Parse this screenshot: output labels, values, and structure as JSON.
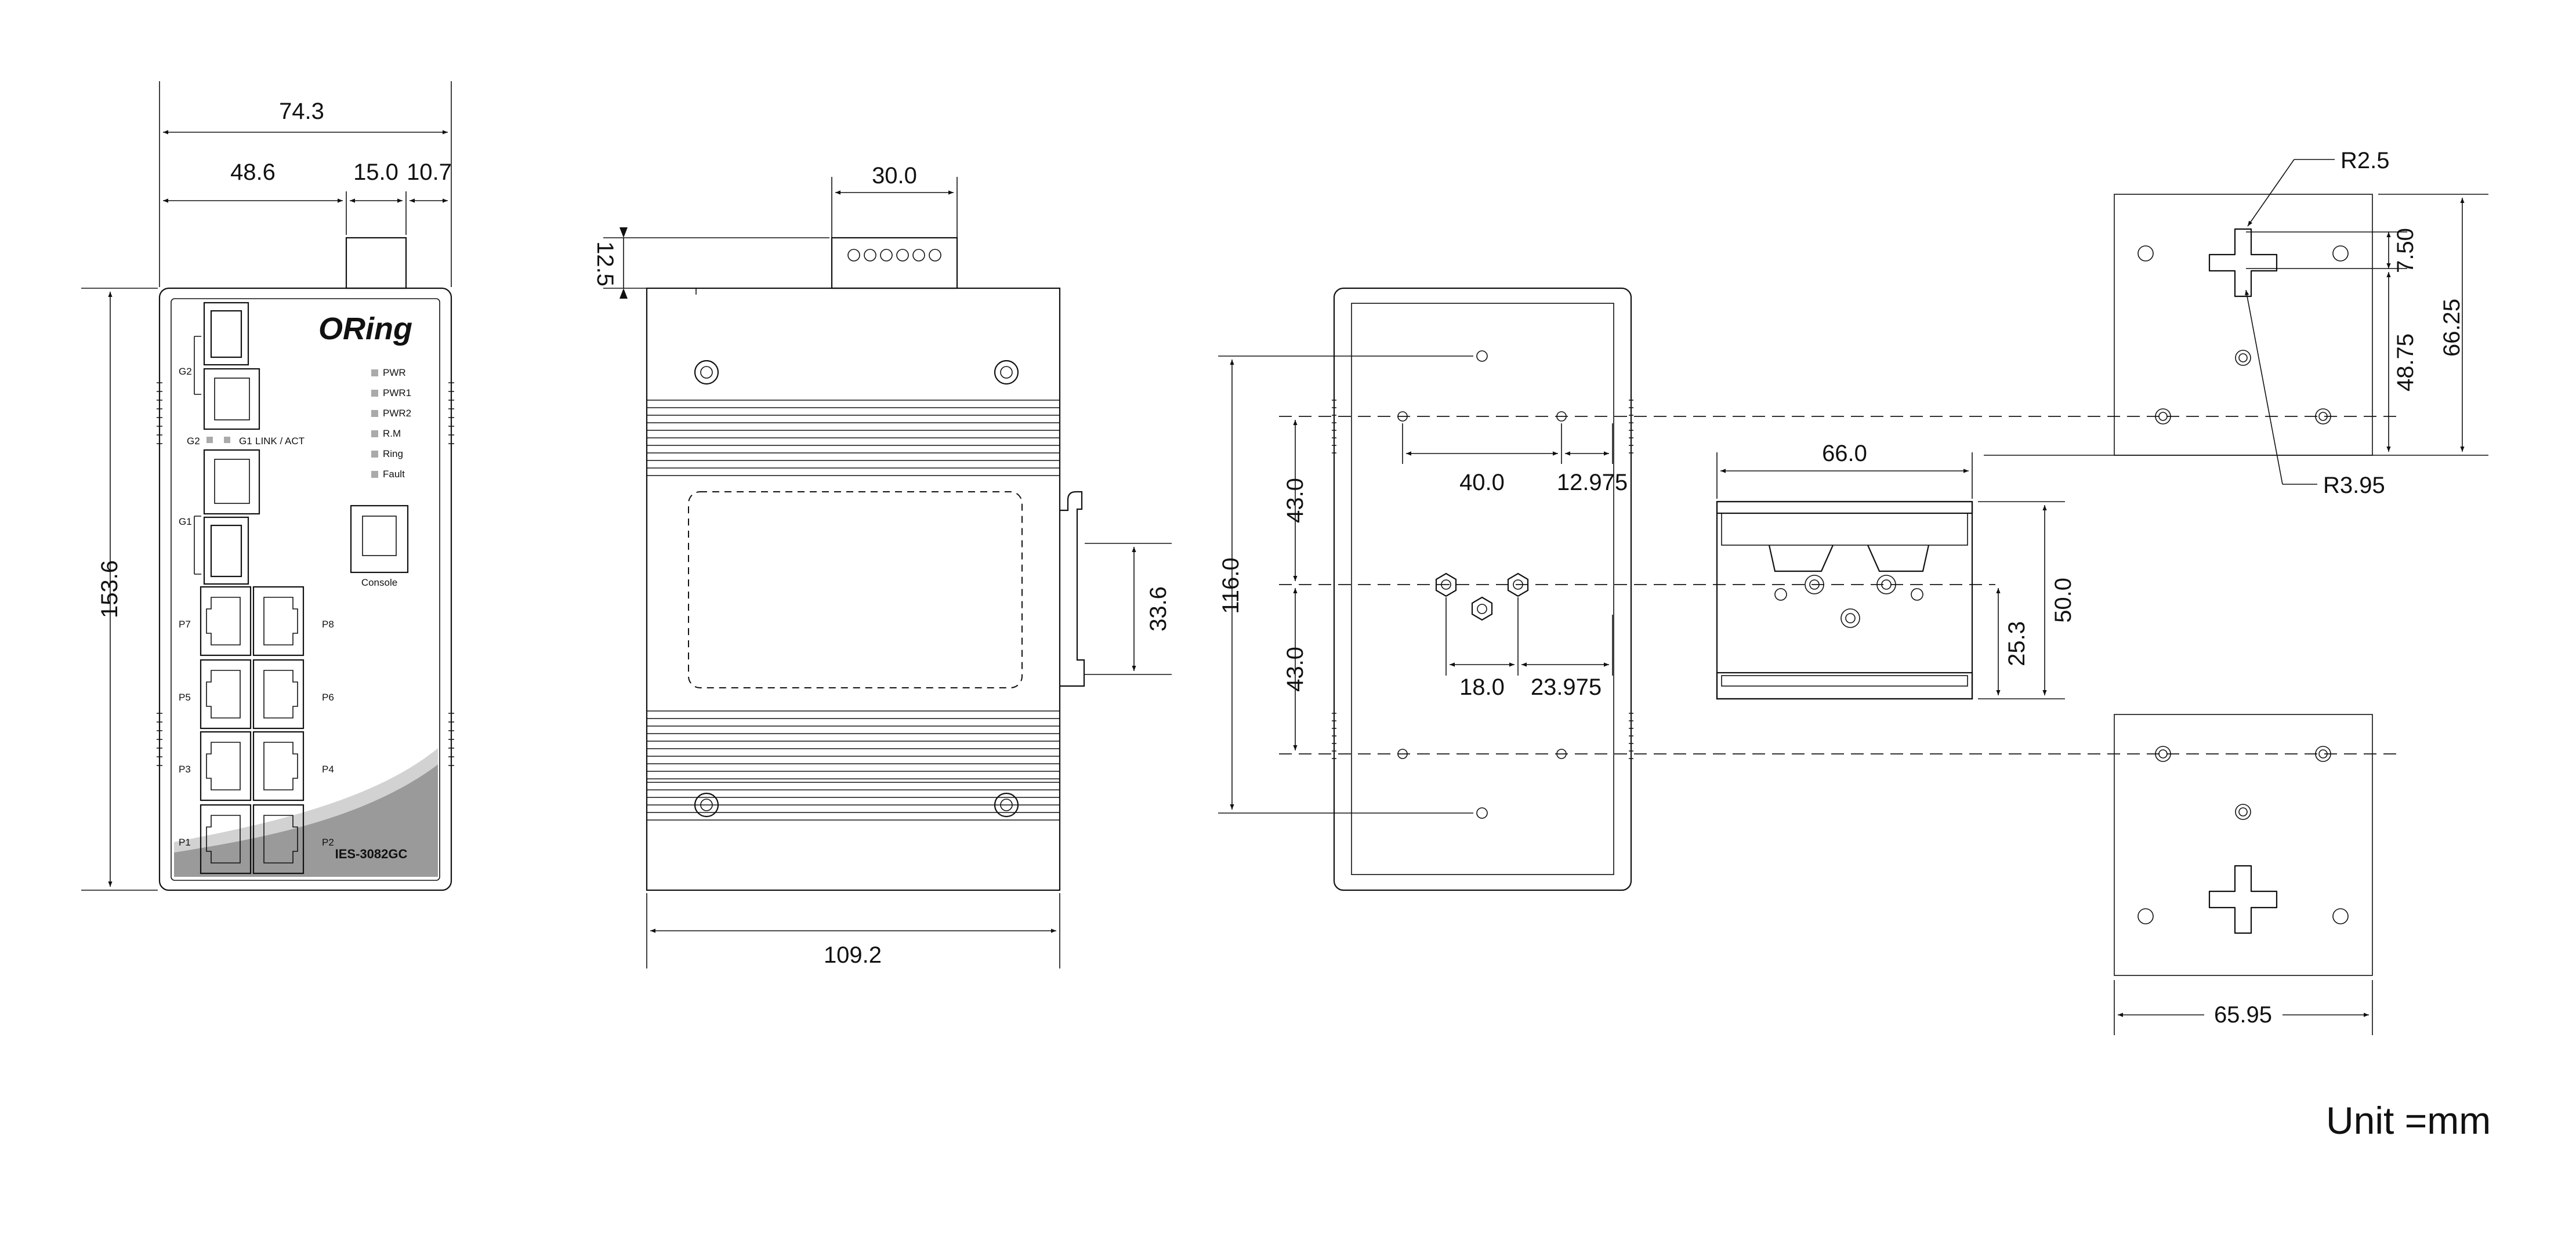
{
  "front_view": {
    "brand": "ORing",
    "model": "IES-3082GC",
    "led_labels": [
      "PWR",
      "PWR1",
      "PWR2",
      "R.M",
      "Ring",
      "Fault"
    ],
    "link_labels": [
      "G2",
      "G1",
      "LINK / ACT"
    ],
    "slot_labels": [
      "G2",
      "G1"
    ],
    "console_label": "Console",
    "port_labels": [
      "P7",
      "P8",
      "P5",
      "P6",
      "P3",
      "P4",
      "P1",
      "P2"
    ],
    "dims": {
      "total_width": "74.3",
      "w1": "48.6",
      "w2": "15.0",
      "w3": "10.7",
      "height": "153.6"
    }
  },
  "side_view": {
    "dims": {
      "connector": "30.0",
      "connector_height": "12.5",
      "clip": "33.6",
      "depth": "109.2"
    }
  },
  "back_view": {
    "dims": {
      "total": "116.0",
      "upper": "43.0",
      "lower": "43.0",
      "span": "40.0",
      "offset_right": "12.975",
      "nut_spacing": "18.0",
      "nut_offset": "23.975"
    }
  },
  "din_rail": {
    "dims": {
      "width": "66.0",
      "height": "50.0",
      "center": "25.3"
    }
  },
  "wall_mount": {
    "dims": {
      "radius_small": "R2.5",
      "radius_large": "R3.95",
      "d1": "7.50",
      "d2": "48.75",
      "d3": "66.25",
      "width": "65.95"
    }
  },
  "unit_label": "Unit =mm",
  "colors": {
    "stroke": "#111111",
    "plate": "#e6e6e6",
    "swoosh": "#9a9a9a"
  }
}
